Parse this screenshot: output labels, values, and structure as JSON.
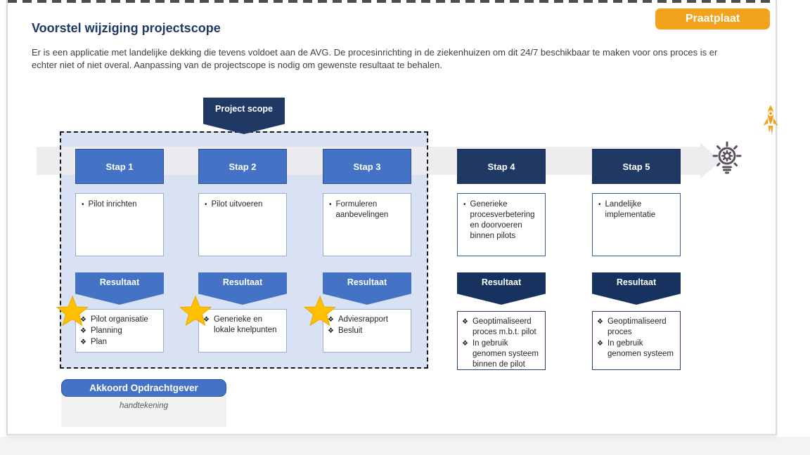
{
  "page": {
    "badge_label": "Praatplaat",
    "title": "Voorstel wijziging projectscope",
    "intro": "Er is een applicatie met landelijke dekking die tevens voldoet aan de AVG. De procesinrichting in de ziekenhuizen om dit 24/7 beschikbaar te maken voor ons proces is er echter niet of niet overal. Aanpassing van de projectscope is nodig om gewenste resultaat te behalen."
  },
  "diagram": {
    "scope_label": "Project scope",
    "bullet_glyph": "•",
    "result_glyph": "❖",
    "steps": [
      {
        "label": "Stap 1",
        "in_scope": true,
        "starred": true,
        "items": [
          "Pilot inrichten"
        ],
        "result_label": "Resultaat",
        "results": [
          "Pilot organisatie",
          "Planning",
          "Plan"
        ]
      },
      {
        "label": "Stap 2",
        "in_scope": true,
        "starred": true,
        "items": [
          "Pilot uitvoeren"
        ],
        "result_label": "Resultaat",
        "results": [
          "Generieke en lokale knelpunten"
        ]
      },
      {
        "label": "Stap 3",
        "in_scope": true,
        "starred": true,
        "items": [
          "Formuleren aanbevelingen"
        ],
        "result_label": "Resultaat",
        "results": [
          "Adviesrapport",
          "Besluit"
        ]
      },
      {
        "label": "Stap 4",
        "in_scope": false,
        "starred": false,
        "items": [
          "Generieke procesverbetering en doorvoeren binnen pilots"
        ],
        "result_label": "Resultaat",
        "results": [
          "Geoptimaliseerd proces m.b.t. pilot",
          "In gebruik genomen systeem binnen de pilot"
        ]
      },
      {
        "label": "Stap 5",
        "in_scope": false,
        "starred": false,
        "items": [
          "Landelijke implementatie"
        ],
        "result_label": "Resultaat",
        "results": [
          "Geoptimaliseerd proces",
          "In gebruik genomen systeem"
        ]
      }
    ],
    "icons": {
      "rocket": "rocket-icon",
      "lightbulb": "lightbulb-gear-icon",
      "star": "star-icon"
    }
  },
  "signoff": {
    "button_label": "Akkoord Opdrachtgever",
    "signature_placeholder": "handtekening"
  },
  "colors": {
    "navy": "#1f3864",
    "accent_blue": "#4472c4",
    "scope_fill": "#d9e2f3",
    "orange": "#f2a21c",
    "star_gold": "#ffc000",
    "band_gray": "#ececee"
  }
}
